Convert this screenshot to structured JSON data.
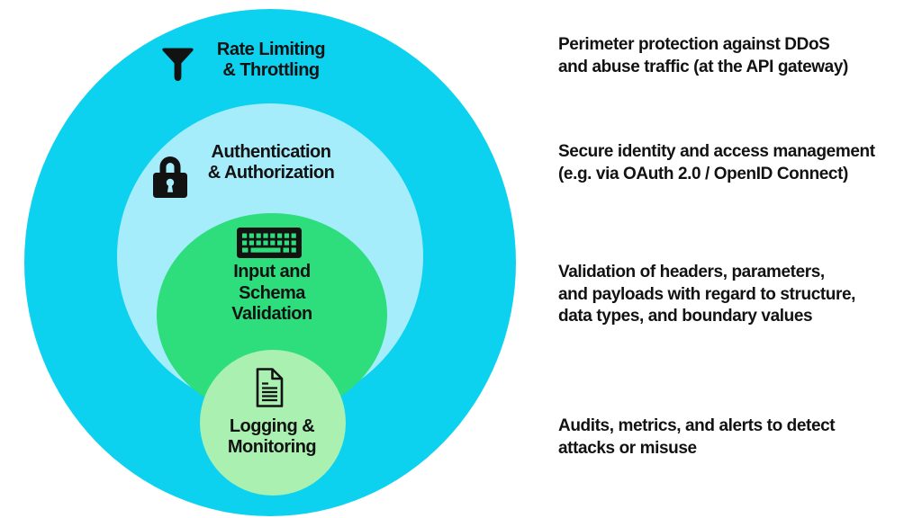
{
  "diagram": {
    "title": "API security layers (concentric rings)",
    "text_color": "#121212",
    "background_color": "#ffffff",
    "rings": [
      {
        "id": "rate-limiting",
        "label": "Rate Limiting\n& Throttling",
        "icon": "funnel-icon",
        "color": "#0cd2f0",
        "description": "Perimeter protection against DDoS\nand abuse traffic (at the API gateway)"
      },
      {
        "id": "authentication",
        "label": "Authentication\n& Authorization",
        "icon": "lock-icon",
        "color": "#a6edfc",
        "description": "Secure identity and access management\n(e.g. via OAuth 2.0 / OpenID Connect)"
      },
      {
        "id": "input-validation",
        "label": "Input and\nSchema\nValidation",
        "icon": "keyboard-icon",
        "color": "#2edd7c",
        "description": "Validation of headers, parameters,\nand payloads with regard to structure,\ndata types, and boundary values"
      },
      {
        "id": "logging-monitoring",
        "label": "Logging &\nMonitoring",
        "icon": "document-icon",
        "color": "#a9f0b1",
        "description": "Audits, metrics, and alerts to detect\nattacks or misuse"
      }
    ]
  }
}
